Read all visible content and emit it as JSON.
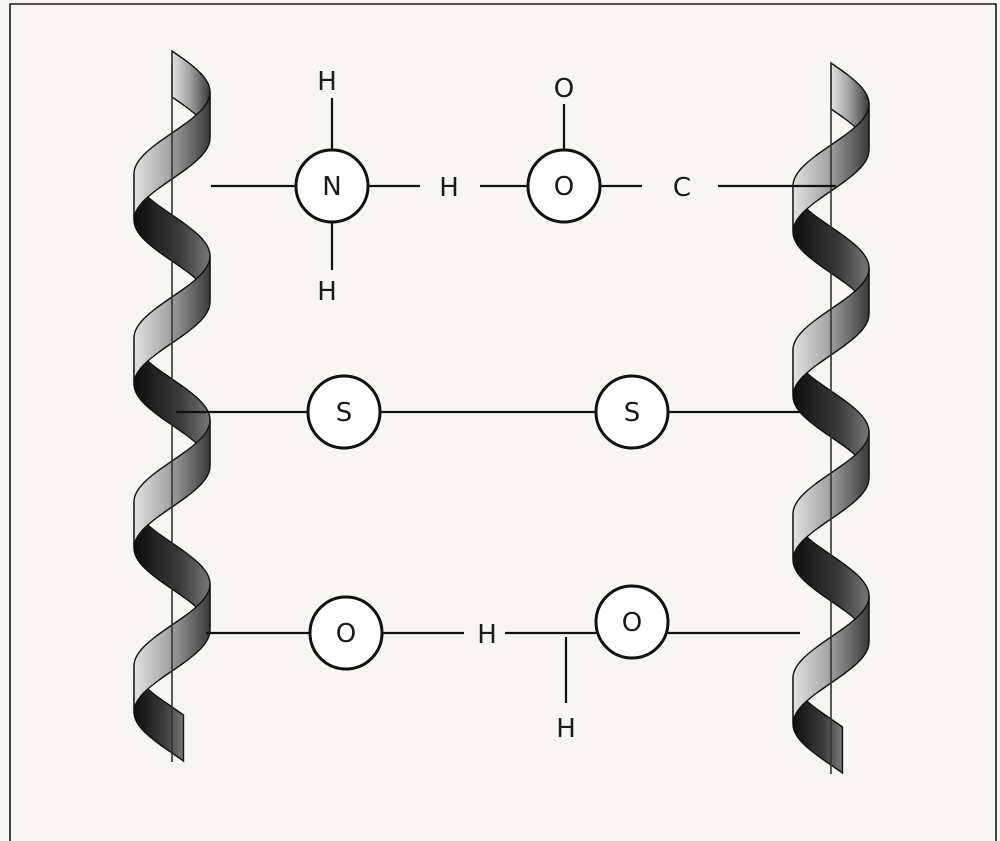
{
  "diagram": {
    "colors": {
      "background": "#f8f6f2",
      "frame": "#1a1a1a",
      "helix_light": "#d8d8d8",
      "helix_dark": "#1e1e1e",
      "text": "#1a1a1a"
    },
    "bonds": {
      "hydrogen_amide": {
        "N": "N",
        "H_top": "H",
        "H_bottom": "H",
        "H_bridge": "H",
        "O_ring": "O",
        "O_top": "O",
        "C": "C"
      },
      "disulfide": {
        "S_left": "S",
        "S_right": "S"
      },
      "hydroxyl_water": {
        "O_left": "O",
        "H_bridge": "H",
        "O_right": "O",
        "H_bottom": "H"
      }
    }
  }
}
